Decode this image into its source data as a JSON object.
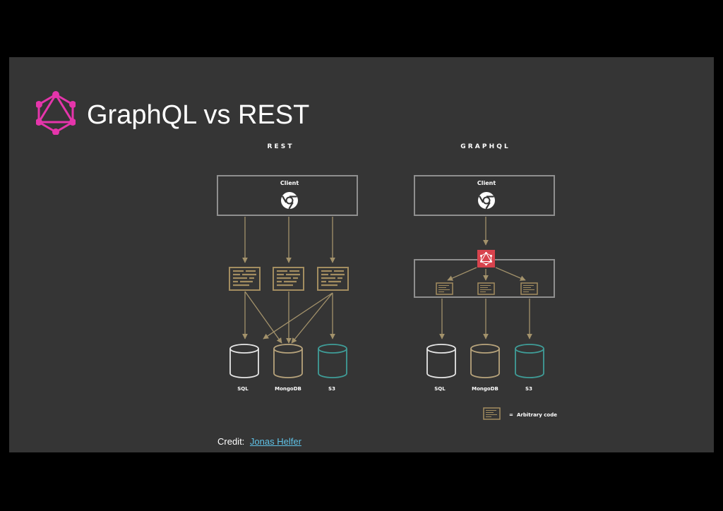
{
  "slide": {
    "title": "GraphQL vs REST",
    "logo_icon": "graphql-logo-icon",
    "credit_label": "Credit:",
    "credit_link": "Jonas Helfer"
  },
  "diagram": {
    "rest": {
      "heading": "R E S T",
      "client_label": "Client",
      "databases": [
        "SQL",
        "MongoDB",
        "S3"
      ]
    },
    "graphql": {
      "heading": "G R A P H Q L",
      "client_label": "Client",
      "databases": [
        "SQL",
        "MongoDB",
        "S3"
      ]
    },
    "legend": {
      "equals": "=",
      "label": "Arbitrary code"
    },
    "colors": {
      "background": "#353535",
      "box_stroke": "#8f8f8f",
      "arrow": "#a3926b",
      "code_block": "#a38d60",
      "sql_db": "#e6e6e6",
      "mongodb_db": "#b8a47c",
      "s3_db": "#3f9d98",
      "graphql_accent": "#e535ab",
      "graphql_server": "#d8434d"
    },
    "icons": {
      "client": "chrome-icon",
      "server": "graphql-server-icon",
      "code": "code-block-icon",
      "database": "database-icon"
    }
  }
}
